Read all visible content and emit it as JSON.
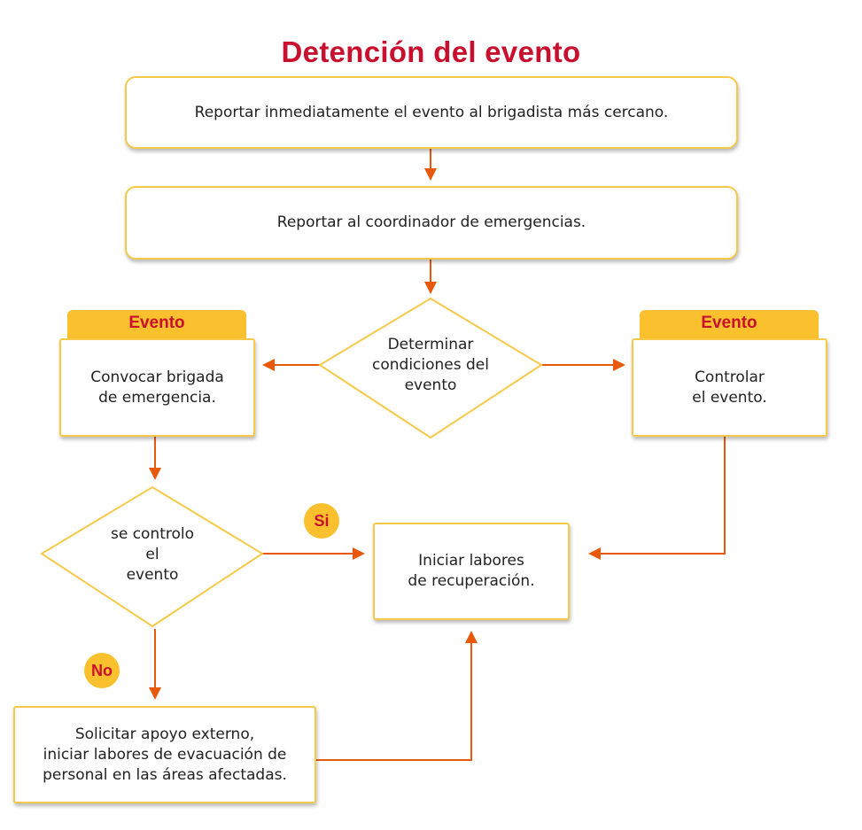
{
  "title": "Detención del evento",
  "nodes": {
    "report_brigadista": "Reportar inmediatamente el evento al brigadista más cercano.",
    "report_coordinador": "Reportar al coordinador de emergencias.",
    "determinar": [
      "Determinar",
      "condiciones del",
      "evento"
    ],
    "convocar": [
      "Convocar brigada",
      "de emergencia."
    ],
    "controlar": [
      "Controlar",
      "el evento."
    ],
    "se_controlo": [
      "se controlo",
      "el",
      "evento"
    ],
    "iniciar_recuperacion": [
      "Iniciar labores",
      "de recuperación."
    ],
    "solicitar_apoyo": [
      "Solicitar apoyo externo,",
      "iniciar labores de evacuación de",
      "personal en las áreas afectadas."
    ]
  },
  "tabs": {
    "left": "Evento",
    "right": "Evento"
  },
  "badges": {
    "si": "Si",
    "no": "No"
  },
  "colors": {
    "title": "#c8102e",
    "arrow": "#e8590c",
    "border": "#f7c94a",
    "tab": "#fbc02d"
  }
}
